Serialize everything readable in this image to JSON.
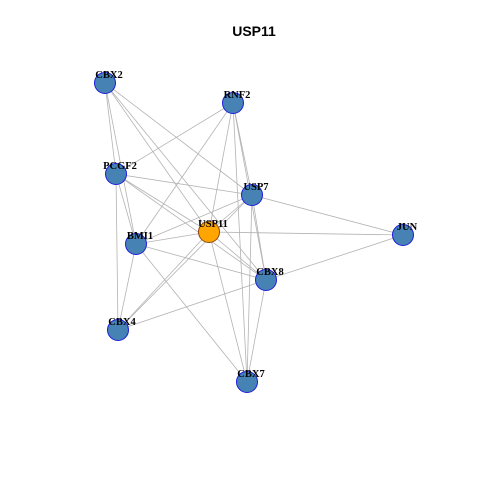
{
  "title": "USP11",
  "colors": {
    "node_fill": "#4682B4",
    "node_stroke": "#1C1CD9",
    "center_fill": "#FFA500",
    "center_stroke": "#8B4513",
    "edge": "#B3B3B3"
  },
  "nodes": [
    {
      "id": "CBX2",
      "label": "CBX2",
      "center": false
    },
    {
      "id": "RNF2",
      "label": "RNF2",
      "center": false
    },
    {
      "id": "PCGF2",
      "label": "PCGF2",
      "center": false
    },
    {
      "id": "USP7",
      "label": "USP7",
      "center": false
    },
    {
      "id": "USP11",
      "label": "USP11",
      "center": true
    },
    {
      "id": "BMI1",
      "label": "BMI1",
      "center": false
    },
    {
      "id": "JUN",
      "label": "JUN",
      "center": false
    },
    {
      "id": "CBX8",
      "label": "CBX8",
      "center": false
    },
    {
      "id": "CBX4",
      "label": "CBX4",
      "center": false
    },
    {
      "id": "CBX7",
      "label": "CBX7",
      "center": false
    }
  ],
  "edges": [
    [
      "CBX2",
      "PCGF2"
    ],
    [
      "CBX2",
      "BMI1"
    ],
    [
      "CBX2",
      "USP7"
    ],
    [
      "CBX2",
      "USP11"
    ],
    [
      "CBX2",
      "CBX8"
    ],
    [
      "RNF2",
      "PCGF2"
    ],
    [
      "RNF2",
      "BMI1"
    ],
    [
      "RNF2",
      "USP7"
    ],
    [
      "RNF2",
      "USP11"
    ],
    [
      "RNF2",
      "CBX8"
    ],
    [
      "RNF2",
      "CBX7"
    ],
    [
      "PCGF2",
      "USP7"
    ],
    [
      "PCGF2",
      "USP11"
    ],
    [
      "PCGF2",
      "CBX8"
    ],
    [
      "PCGF2",
      "CBX4"
    ],
    [
      "PCGF2",
      "BMI1"
    ],
    [
      "USP7",
      "BMI1"
    ],
    [
      "USP7",
      "USP11"
    ],
    [
      "USP7",
      "JUN"
    ],
    [
      "USP7",
      "CBX8"
    ],
    [
      "USP7",
      "CBX4"
    ],
    [
      "USP7",
      "CBX7"
    ],
    [
      "USP11",
      "BMI1"
    ],
    [
      "USP11",
      "JUN"
    ],
    [
      "USP11",
      "CBX8"
    ],
    [
      "USP11",
      "CBX4"
    ],
    [
      "USP11",
      "CBX7"
    ],
    [
      "BMI1",
      "CBX8"
    ],
    [
      "BMI1",
      "CBX4"
    ],
    [
      "BMI1",
      "CBX7"
    ],
    [
      "JUN",
      "CBX8"
    ],
    [
      "CBX8",
      "CBX4"
    ],
    [
      "CBX8",
      "CBX7"
    ]
  ]
}
